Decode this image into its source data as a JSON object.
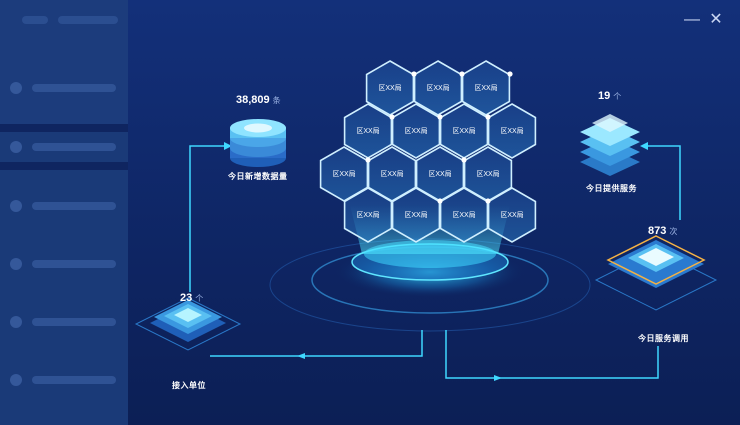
{
  "window": {
    "minimize_icon": "minimize-icon",
    "close_icon": "close-icon",
    "minimize_glyph": "—",
    "close_glyph": "✕"
  },
  "nodes": {
    "new_data": {
      "value": "38,809",
      "unit": "条",
      "label": "今日新增数据量",
      "icon": "database-stack-icon"
    },
    "services": {
      "value": "19",
      "unit": "个",
      "label": "今日提供服务",
      "icon": "server-stack-icon"
    },
    "calls": {
      "value": "873",
      "unit": "次",
      "label": "今日服务调用",
      "icon": "platform-icon"
    },
    "units": {
      "value": "23",
      "unit": "个",
      "label": "接入单位",
      "icon": "chip-icon"
    }
  },
  "hexagons": [
    "区XX局",
    "区XX局",
    "区XX局",
    "区XX局",
    "区XX局",
    "区XX局",
    "区XX局",
    "区XX局",
    "区XX局",
    "区XX局",
    "区XX局",
    "区XX局",
    "区XX局",
    "区XX局",
    "区XX局"
  ],
  "colors": {
    "background": "#0f2560",
    "accent": "#3fd8ff",
    "sidebar": "#1a3a78"
  }
}
